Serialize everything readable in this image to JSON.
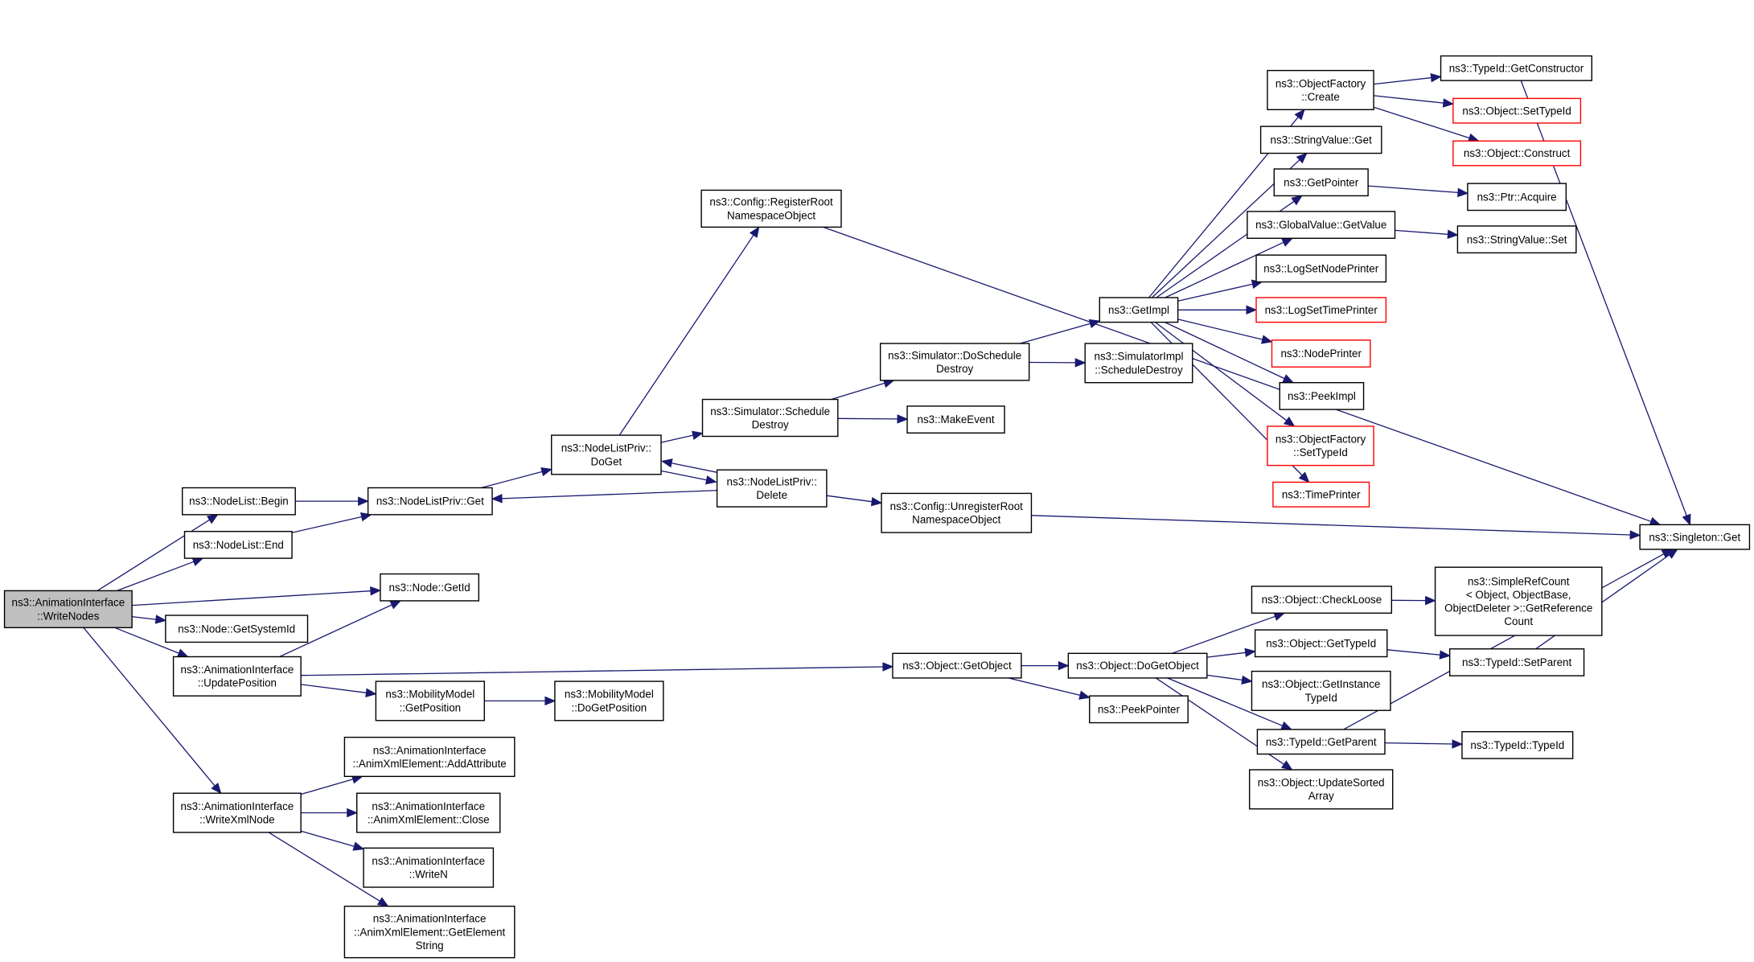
{
  "graph": {
    "nodes": [
      {
        "id": "n_writenodes",
        "lines": [
          "ns3::AnimationInterface",
          "::WriteNodes"
        ],
        "root": true
      },
      {
        "id": "n_nodelist_begin",
        "lines": [
          "ns3::NodeList::Begin"
        ]
      },
      {
        "id": "n_nodelist_end",
        "lines": [
          "ns3::NodeList::End"
        ]
      },
      {
        "id": "n_node_getid",
        "lines": [
          "ns3::Node::GetId"
        ]
      },
      {
        "id": "n_node_getsystemid",
        "lines": [
          "ns3::Node::GetSystemId"
        ]
      },
      {
        "id": "n_updateposition",
        "lines": [
          "ns3::AnimationInterface",
          "::UpdatePosition"
        ]
      },
      {
        "id": "n_writexmlnode",
        "lines": [
          "ns3::AnimationInterface",
          "::WriteXmlNode"
        ]
      },
      {
        "id": "n_nodelistpriv_get",
        "lines": [
          "ns3::NodeListPriv::Get"
        ]
      },
      {
        "id": "n_mobility_getposition",
        "lines": [
          "ns3::MobilityModel",
          "::GetPosition"
        ]
      },
      {
        "id": "n_mobility_dogetposition",
        "lines": [
          "ns3::MobilityModel",
          "::DoGetPosition"
        ]
      },
      {
        "id": "n_addattribute",
        "lines": [
          "ns3::AnimationInterface",
          "::AnimXmlElement::AddAttribute"
        ]
      },
      {
        "id": "n_close",
        "lines": [
          "ns3::AnimationInterface",
          "::AnimXmlElement::Close"
        ]
      },
      {
        "id": "n_writen",
        "lines": [
          "ns3::AnimationInterface",
          "::WriteN"
        ]
      },
      {
        "id": "n_getelementstring",
        "lines": [
          "ns3::AnimationInterface",
          "::AnimXmlElement::GetElement",
          "String"
        ]
      },
      {
        "id": "n_nodelistpriv_doget",
        "lines": [
          "ns3::NodeListPriv::",
          "DoGet"
        ]
      },
      {
        "id": "n_registerroot",
        "lines": [
          "ns3::Config::RegisterRoot",
          "NamespaceObject"
        ]
      },
      {
        "id": "n_nodelistpriv_delete",
        "lines": [
          "ns3::NodeListPriv::",
          "Delete"
        ]
      },
      {
        "id": "n_simulator_scheduledestroy",
        "lines": [
          "ns3::Simulator::Schedule",
          "Destroy"
        ]
      },
      {
        "id": "n_makeevent",
        "lines": [
          "ns3::MakeEvent"
        ]
      },
      {
        "id": "n_simulator_doscheduledestroy",
        "lines": [
          "ns3::Simulator::DoSchedule",
          "Destroy"
        ]
      },
      {
        "id": "n_unregisterroot",
        "lines": [
          "ns3::Config::UnregisterRoot",
          "NamespaceObject"
        ]
      },
      {
        "id": "n_getimpl",
        "lines": [
          "ns3::GetImpl"
        ]
      },
      {
        "id": "n_simulatorimpl_scheduledestroy",
        "lines": [
          "ns3::SimulatorImpl",
          "::ScheduleDestroy"
        ]
      },
      {
        "id": "n_objectfactory_create",
        "lines": [
          "ns3::ObjectFactory",
          "::Create"
        ]
      },
      {
        "id": "n_stringvalue_get",
        "lines": [
          "ns3::StringValue::Get"
        ]
      },
      {
        "id": "n_getpointer",
        "lines": [
          "ns3::GetPointer"
        ]
      },
      {
        "id": "n_globalvalue_getvalue",
        "lines": [
          "ns3::GlobalValue::GetValue"
        ]
      },
      {
        "id": "n_logsetnodeprinter",
        "lines": [
          "ns3::LogSetNodePrinter"
        ]
      },
      {
        "id": "n_logsettimeprinter",
        "lines": [
          "ns3::LogSetTimePrinter"
        ],
        "truncated": true
      },
      {
        "id": "n_nodeprinter",
        "lines": [
          "ns3::NodePrinter"
        ],
        "truncated": true
      },
      {
        "id": "n_peekimpl",
        "lines": [
          "ns3::PeekImpl"
        ]
      },
      {
        "id": "n_objectfactory_settypeid",
        "lines": [
          "ns3::ObjectFactory",
          "::SetTypeId"
        ],
        "truncated": true
      },
      {
        "id": "n_timeprinter",
        "lines": [
          "ns3::TimePrinter"
        ],
        "truncated": true
      },
      {
        "id": "n_typeid_getconstructor",
        "lines": [
          "ns3::TypeId::GetConstructor"
        ]
      },
      {
        "id": "n_object_settypeid",
        "lines": [
          "ns3::Object::SetTypeId"
        ],
        "truncated": true
      },
      {
        "id": "n_object_construct",
        "lines": [
          "ns3::Object::Construct"
        ],
        "truncated": true
      },
      {
        "id": "n_ptr_acquire",
        "lines": [
          "ns3::Ptr::Acquire"
        ]
      },
      {
        "id": "n_stringvalue_set",
        "lines": [
          "ns3::StringValue::Set"
        ]
      },
      {
        "id": "n_singleton_get",
        "lines": [
          "ns3::Singleton::Get"
        ]
      },
      {
        "id": "n_object_getobject",
        "lines": [
          "ns3::Object::GetObject"
        ]
      },
      {
        "id": "n_object_dogetobject",
        "lines": [
          "ns3::Object::DoGetObject"
        ]
      },
      {
        "id": "n_peekpointer",
        "lines": [
          "ns3::PeekPointer"
        ]
      },
      {
        "id": "n_object_checkloose",
        "lines": [
          "ns3::Object::CheckLoose"
        ]
      },
      {
        "id": "n_object_gettypeid",
        "lines": [
          "ns3::Object::GetTypeId"
        ]
      },
      {
        "id": "n_object_getinstancetypeid",
        "lines": [
          "ns3::Object::GetInstance",
          "TypeId"
        ]
      },
      {
        "id": "n_typeid_getparent",
        "lines": [
          "ns3::TypeId::GetParent"
        ]
      },
      {
        "id": "n_object_updatesortedarray",
        "lines": [
          "ns3::Object::UpdateSorted",
          "Array"
        ]
      },
      {
        "id": "n_simplerefcount",
        "lines": [
          "ns3::SimpleRefCount",
          "< Object, ObjectBase,",
          "ObjectDeleter >::GetReference",
          "Count"
        ]
      },
      {
        "id": "n_typeid_setparent",
        "lines": [
          "ns3::TypeId::SetParent"
        ]
      },
      {
        "id": "n_typeid_typeid",
        "lines": [
          "ns3::TypeId::TypeId"
        ]
      }
    ],
    "edges": [
      [
        "n_writenodes",
        "n_nodelist_begin"
      ],
      [
        "n_writenodes",
        "n_nodelist_end"
      ],
      [
        "n_writenodes",
        "n_node_getid"
      ],
      [
        "n_writenodes",
        "n_node_getsystemid"
      ],
      [
        "n_writenodes",
        "n_updateposition"
      ],
      [
        "n_writenodes",
        "n_writexmlnode"
      ],
      [
        "n_nodelist_begin",
        "n_nodelistpriv_get"
      ],
      [
        "n_nodelist_end",
        "n_nodelistpriv_get"
      ],
      [
        "n_nodelistpriv_get",
        "n_nodelistpriv_doget"
      ],
      [
        "n_nodelistpriv_doget",
        "n_registerroot"
      ],
      [
        "n_nodelistpriv_doget",
        "n_simulator_scheduledestroy"
      ],
      [
        "n_nodelistpriv_doget",
        "n_nodelistpriv_delete"
      ],
      [
        "n_nodelistpriv_delete",
        "n_nodelistpriv_doget"
      ],
      [
        "n_nodelistpriv_delete",
        "n_nodelistpriv_get"
      ],
      [
        "n_nodelistpriv_delete",
        "n_unregisterroot"
      ],
      [
        "n_registerroot",
        "n_singleton_get"
      ],
      [
        "n_unregisterroot",
        "n_singleton_get"
      ],
      [
        "n_simulator_scheduledestroy",
        "n_simulator_doscheduledestroy"
      ],
      [
        "n_simulator_scheduledestroy",
        "n_makeevent"
      ],
      [
        "n_simulator_doscheduledestroy",
        "n_getimpl"
      ],
      [
        "n_simulator_doscheduledestroy",
        "n_simulatorimpl_scheduledestroy"
      ],
      [
        "n_getimpl",
        "n_objectfactory_create"
      ],
      [
        "n_getimpl",
        "n_stringvalue_get"
      ],
      [
        "n_getimpl",
        "n_getpointer"
      ],
      [
        "n_getimpl",
        "n_globalvalue_getvalue"
      ],
      [
        "n_getimpl",
        "n_logsetnodeprinter"
      ],
      [
        "n_getimpl",
        "n_logsettimeprinter"
      ],
      [
        "n_getimpl",
        "n_nodeprinter"
      ],
      [
        "n_getimpl",
        "n_peekimpl"
      ],
      [
        "n_getimpl",
        "n_objectfactory_settypeid"
      ],
      [
        "n_getimpl",
        "n_timeprinter"
      ],
      [
        "n_objectfactory_create",
        "n_typeid_getconstructor"
      ],
      [
        "n_objectfactory_create",
        "n_object_settypeid"
      ],
      [
        "n_objectfactory_create",
        "n_object_construct"
      ],
      [
        "n_typeid_getconstructor",
        "n_singleton_get"
      ],
      [
        "n_getpointer",
        "n_ptr_acquire"
      ],
      [
        "n_globalvalue_getvalue",
        "n_stringvalue_set"
      ],
      [
        "n_updateposition",
        "n_node_getid"
      ],
      [
        "n_updateposition",
        "n_object_getobject"
      ],
      [
        "n_updateposition",
        "n_mobility_getposition"
      ],
      [
        "n_mobility_getposition",
        "n_mobility_dogetposition"
      ],
      [
        "n_object_getobject",
        "n_object_dogetobject"
      ],
      [
        "n_object_getobject",
        "n_peekpointer"
      ],
      [
        "n_object_dogetobject",
        "n_object_checkloose"
      ],
      [
        "n_object_dogetobject",
        "n_object_gettypeid"
      ],
      [
        "n_object_dogetobject",
        "n_object_getinstancetypeid"
      ],
      [
        "n_object_dogetobject",
        "n_typeid_getparent"
      ],
      [
        "n_object_dogetobject",
        "n_object_updatesortedarray"
      ],
      [
        "n_object_checkloose",
        "n_simplerefcount"
      ],
      [
        "n_object_gettypeid",
        "n_typeid_setparent"
      ],
      [
        "n_typeid_setparent",
        "n_singleton_get"
      ],
      [
        "n_typeid_getparent",
        "n_singleton_get"
      ],
      [
        "n_typeid_getparent",
        "n_typeid_typeid"
      ],
      [
        "n_writexmlnode",
        "n_addattribute"
      ],
      [
        "n_writexmlnode",
        "n_close"
      ],
      [
        "n_writexmlnode",
        "n_writen"
      ],
      [
        "n_writexmlnode",
        "n_getelementstring"
      ]
    ]
  }
}
